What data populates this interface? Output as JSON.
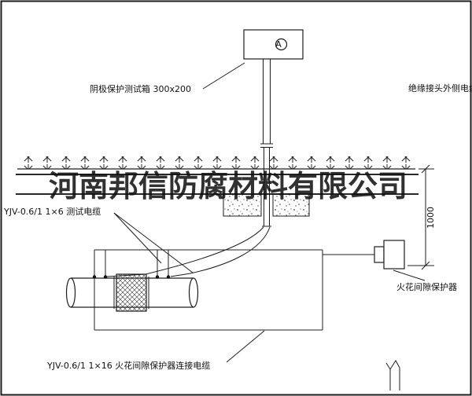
{
  "diagram": {
    "watermark": "河南邦信防腐材料有限公司",
    "labels": {
      "test_box": "阴极保护测试箱 300x200",
      "outer_cable": "绝缘接头外侧电缆",
      "test_cable": "YJV-0.6/1 1×6  测试电缆",
      "spark_gap": "火花间隙保护器",
      "spark_gap_cable": "YJV-0.6/1 1×16  火花间隙保护器连接电缆",
      "ammeter": "A",
      "dimension_1000": "1000"
    },
    "colors": {
      "line": "#1d1d1d",
      "background": "#ffffff",
      "watermark": "#151515"
    }
  }
}
